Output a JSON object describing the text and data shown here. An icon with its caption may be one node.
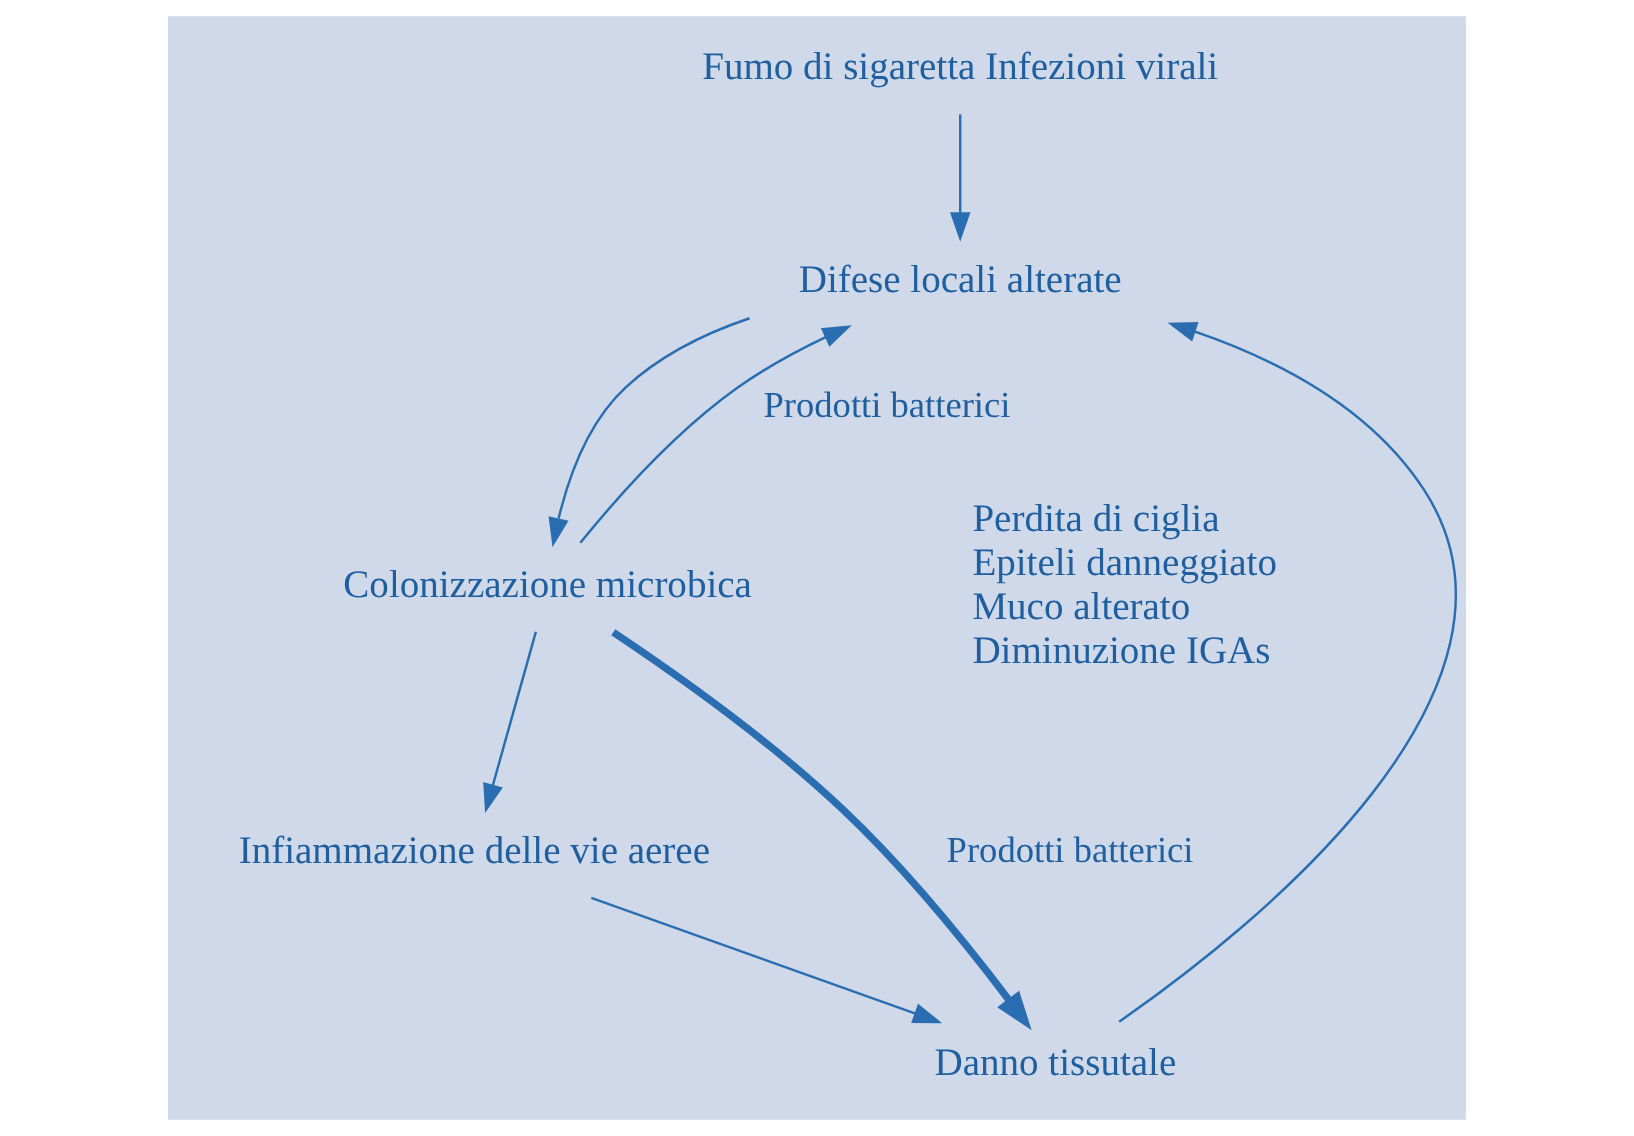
{
  "diagram": {
    "nodes": [
      {
        "text": [
          "Fumo di sigaretta Infezioni virali"
        ]
      },
      {
        "text": [
          "Colonizzazione microbica"
        ]
      },
      {
        "text": [
          "Infiammazione delle vie aeree"
        ]
      },
      {
        "text": [
          "Difese locali alterate"
        ],
        "beside": [
          "Perdita di ciglia",
          "Epiteli danneggiato",
          "Muco alterato",
          "Diminuzione IGAs"
        ]
      },
      {
        "text": [
          "Danno tissutale"
        ]
      }
    ],
    "edges": [
      {
        "from": 0,
        "to": 3,
        "arrow": "to"
      },
      {
        "from": 3,
        "to": 1,
        "arrow": "to"
      },
      {
        "from": 1,
        "to": 2,
        "arrow": "to"
      },
      {
        "from": 1,
        "to": 4,
        "arrow": "to",
        "label": "Prodotti batterici",
        "style": "thick"
      },
      {
        "from": 1,
        "to": 3,
        "arrow": "to",
        "label": "Prodotti batterici"
      },
      {
        "from": 2,
        "to": 4,
        "arrow": "to"
      },
      {
        "from": 4,
        "to": 3,
        "arrow": "to"
      }
    ]
  }
}
